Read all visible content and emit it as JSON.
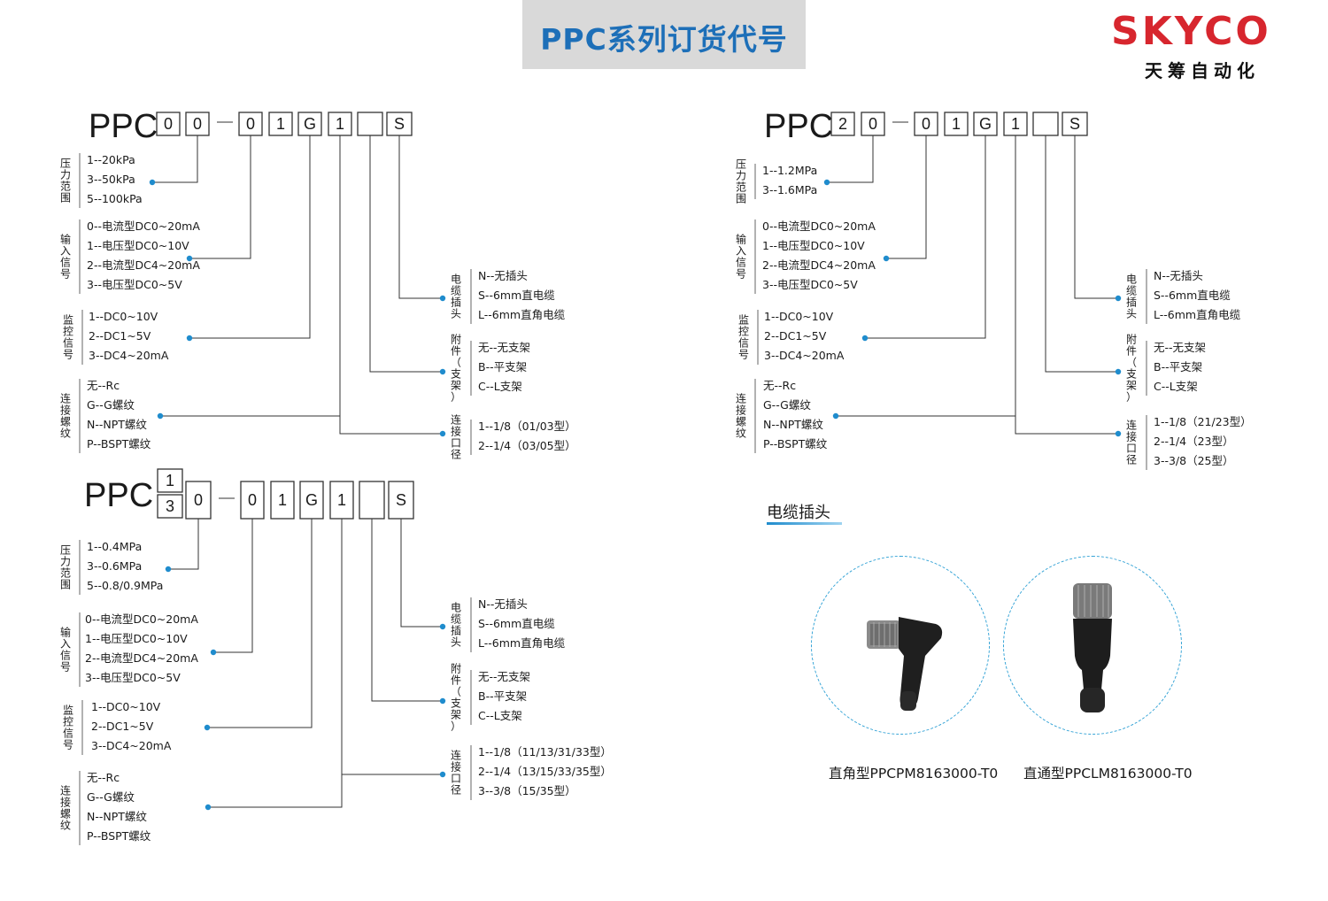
{
  "header": {
    "title": "PPC系列订货代号"
  },
  "logo": {
    "brand": "SKYCO",
    "subtitle": "天筹自动化",
    "brand_color": "#d7262e"
  },
  "accent_color": "#1f8ccd",
  "codes": [
    {
      "prefix": "PPC",
      "boxes": [
        "0",
        "0",
        "—",
        "0",
        "1",
        "G",
        "1",
        "",
        "S"
      ],
      "groups": [
        {
          "label": "压力范围",
          "options": [
            "1--20kPa",
            "3--50kPa",
            "5--100kPa"
          ]
        },
        {
          "label": "输入信号",
          "options": [
            "0--电流型DC0~20mA",
            "1--电压型DC0~10V",
            "2--电流型DC4~20mA",
            "3--电压型DC0~5V"
          ]
        },
        {
          "label": "监控信号",
          "options": [
            "1--DC0~10V",
            "2--DC1~5V",
            "3--DC4~20mA"
          ]
        },
        {
          "label": "连接螺纹",
          "options": [
            "无--Rc",
            "G--G螺纹",
            "N--NPT螺纹",
            "P--BSPT螺纹"
          ]
        },
        {
          "label": "电缆插头",
          "options": [
            "N--无插头",
            "S--6mm直电缆",
            "L--6mm直角电缆"
          ]
        },
        {
          "label": "附件（支架）",
          "options": [
            "无--无支架",
            "B--平支架",
            "C--L支架"
          ]
        },
        {
          "label": "连接口径",
          "options": [
            "1--1/8（01/03型）",
            "2--1/4（03/05型）"
          ]
        }
      ]
    },
    {
      "prefix": "PPC",
      "boxes": [
        "2",
        "0",
        "—",
        "0",
        "1",
        "G",
        "1",
        "",
        "S"
      ],
      "groups": [
        {
          "label": "压力范围",
          "options": [
            "1--1.2MPa",
            "3--1.6MPa"
          ]
        },
        {
          "label": "输入信号",
          "options": [
            "0--电流型DC0~20mA",
            "1--电压型DC0~10V",
            "2--电流型DC4~20mA",
            "3--电压型DC0~5V"
          ]
        },
        {
          "label": "监控信号",
          "options": [
            "1--DC0~10V",
            "2--DC1~5V",
            "3--DC4~20mA"
          ]
        },
        {
          "label": "连接螺纹",
          "options": [
            "无--Rc",
            "G--G螺纹",
            "N--NPT螺纹",
            "P--BSPT螺纹"
          ]
        },
        {
          "label": "电缆插头",
          "options": [
            "N--无插头",
            "S--6mm直电缆",
            "L--6mm直角电缆"
          ]
        },
        {
          "label": "附件（支架）",
          "options": [
            "无--无支架",
            "B--平支架",
            "C--L支架"
          ]
        },
        {
          "label": "连接口径",
          "options": [
            "1--1/8（21/23型）",
            "2--1/4（23型）",
            "3--3/8（25型）"
          ]
        }
      ]
    },
    {
      "prefix": "PPC",
      "stacked_first": [
        "1",
        "3"
      ],
      "boxes": [
        "0",
        "—",
        "0",
        "1",
        "G",
        "1",
        "",
        "S"
      ],
      "groups": [
        {
          "label": "压力范围",
          "options": [
            "1--0.4MPa",
            "3--0.6MPa",
            "5--0.8/0.9MPa"
          ]
        },
        {
          "label": "输入信号",
          "options": [
            "0--电流型DC0~20mA",
            "1--电压型DC0~10V",
            "2--电流型DC4~20mA",
            "3--电压型DC0~5V"
          ]
        },
        {
          "label": "监控信号",
          "options": [
            "1--DC0~10V",
            "2--DC1~5V",
            "3--DC4~20mA"
          ]
        },
        {
          "label": "连接螺纹",
          "options": [
            "无--Rc",
            "G--G螺纹",
            "N--NPT螺纹",
            "P--BSPT螺纹"
          ]
        },
        {
          "label": "电缆插头",
          "options": [
            "N--无插头",
            "S--6mm直电缆",
            "L--6mm直角电缆"
          ]
        },
        {
          "label": "附件（支架）",
          "options": [
            "无--无支架",
            "B--平支架",
            "C--L支架"
          ]
        },
        {
          "label": "连接口径",
          "options": [
            "1--1/8（11/13/31/33型）",
            "2--1/4（13/15/33/35型）",
            "3--3/8（15/35型）"
          ]
        }
      ]
    }
  ],
  "cable": {
    "heading": "电缆插头",
    "items": [
      {
        "caption": "直角型PPCPM8163000-T0",
        "image": "right-angle-connector"
      },
      {
        "caption": "直通型PPCLM8163000-T0",
        "image": "straight-connector"
      }
    ]
  }
}
